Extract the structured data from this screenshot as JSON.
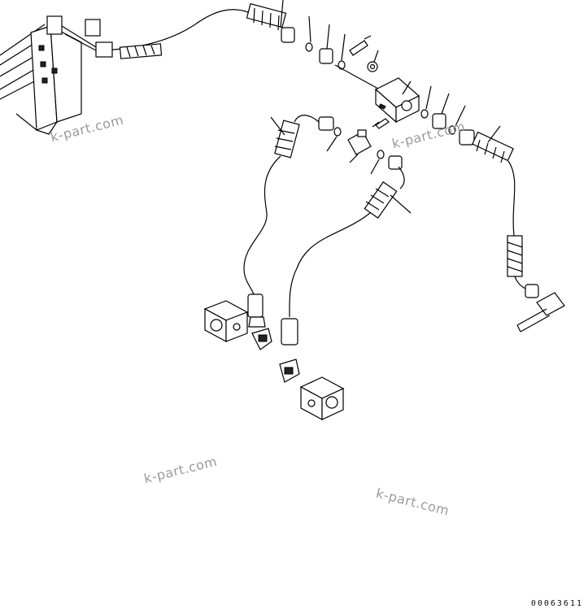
{
  "watermarks": [
    "k-part.com",
    "k-part.com",
    "k-part.com",
    "k-part.com"
  ],
  "drawing_number": "00063611"
}
